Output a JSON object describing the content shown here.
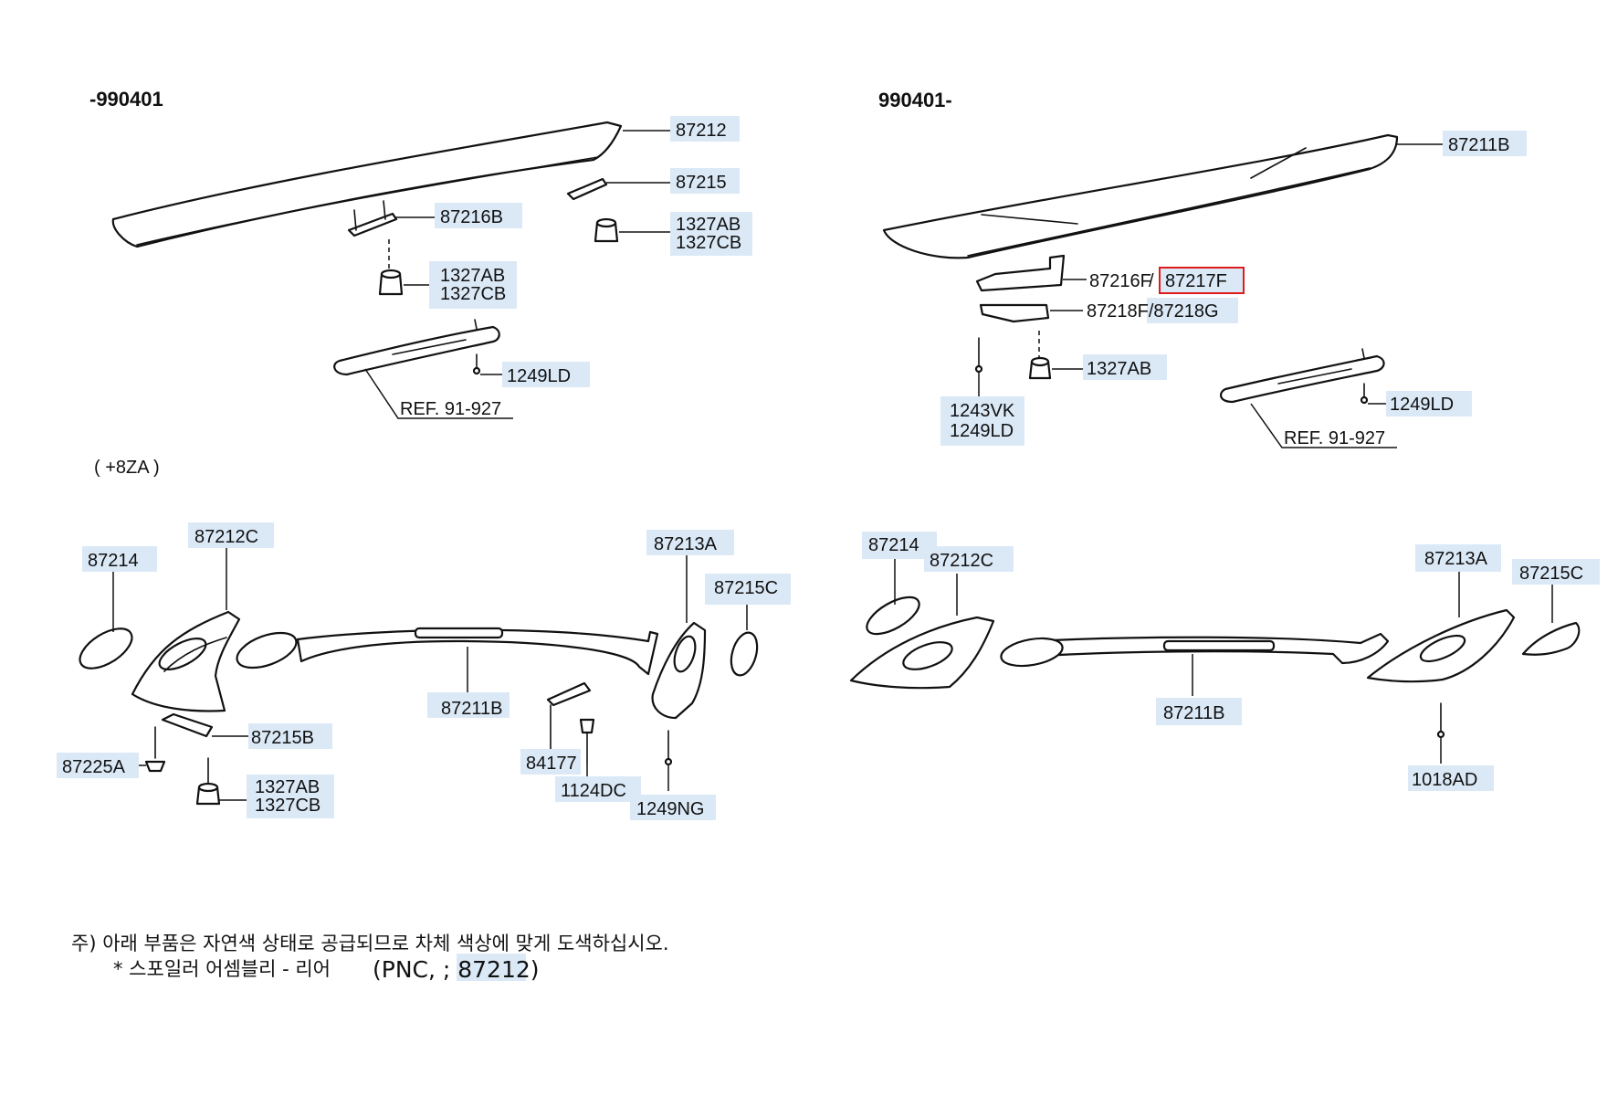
{
  "sections": {
    "top_left_range": "-990401",
    "top_right_range": "990401-",
    "option_code": "( +8ZA )"
  },
  "labels": {
    "tl_87212": "87212",
    "tl_87215": "87215",
    "tl_87216B": "87216B",
    "tl_1327AB_a": "1327AB",
    "tl_1327CB_a": "1327CB",
    "tl_1327AB_b": "1327AB",
    "tl_1327CB_b": "1327CB",
    "tl_1249LD": "1249LD",
    "tl_ref": "REF. 91-927",
    "tr_87211B": "87211B",
    "tr_87216F": "87216F",
    "tr_slash": "/",
    "tr_87217F": "87217F",
    "tr_87218F_G": "87218F/87218G",
    "tr_1327AB": "1327AB",
    "tr_1243VK": "1243VK",
    "tr_1249LD_a": "1249LD",
    "tr_1249LD_b": "1249LD",
    "tr_ref": "REF. 91-927",
    "bl_87214": "87214",
    "bl_87212C": "87212C",
    "bl_87213A": "87213A",
    "bl_87215C": "87215C",
    "bl_87211B": "87211B",
    "bl_87215B": "87215B",
    "bl_87225A": "87225A",
    "bl_1327AB": "1327AB",
    "bl_1327CB": "1327CB",
    "bl_84177": "84177",
    "bl_1124DC": "1124DC",
    "bl_1249NG": "1249NG",
    "br_87214": "87214",
    "br_87212C": "87212C",
    "br_87213A": "87213A",
    "br_87215C": "87215C",
    "br_87211B": "87211B",
    "br_1018AD": "1018AD"
  },
  "note": {
    "line1": "주) 아래 부품은 자연색 상태로 공급되므로 차체 색상에 맞게 도색하십시오.",
    "line2_prefix": "* 스포일러 어셈블리 - 리어 ",
    "line2_suffix": "(PNC, ; 87212)"
  },
  "colors": {
    "label_highlight": "#dbe9f7",
    "selected_outline": "#e01b1b"
  }
}
